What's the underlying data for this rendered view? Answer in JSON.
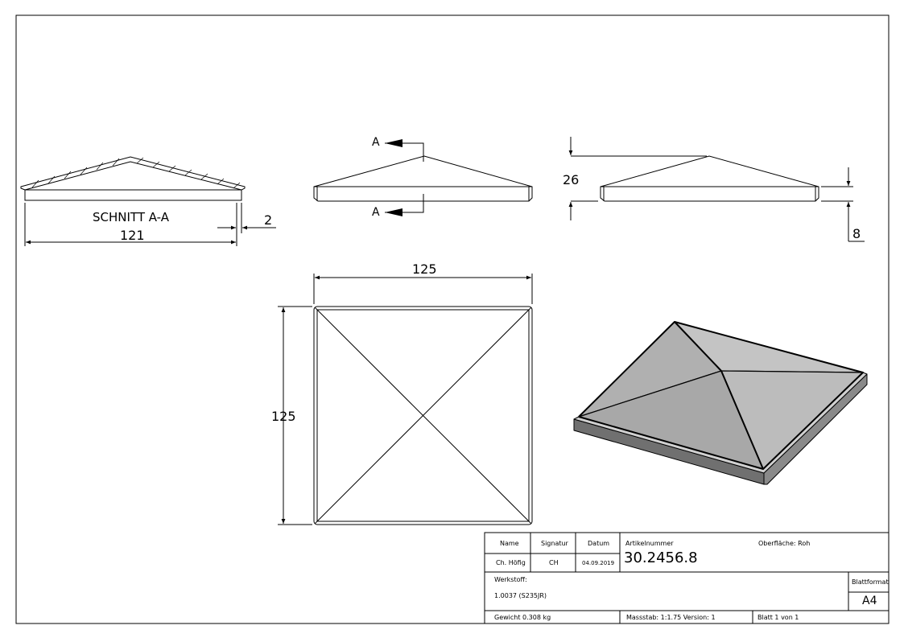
{
  "views": {
    "section_title": "SCHNITT A-A",
    "section_marker": "A"
  },
  "dimensions": {
    "section_width": "121",
    "wall_thickness": "2",
    "front_height": "26",
    "rim_height": "8",
    "top_width": "125",
    "top_height": "125"
  },
  "title_block": {
    "header_name": "Name",
    "header_signatur": "Signatur",
    "header_datum": "Datum",
    "name": "Ch. Höfig",
    "signatur": "CH",
    "datum": "04.09.2019",
    "artikel_label": "Artikelnummer",
    "artikel_number": "30.2456.8",
    "oberflaeche": "Oberfläche:  Roh",
    "werkstoff_label": "Werkstoff:",
    "werkstoff_value": "1.0037 (S235JR)",
    "blattformat_label": "Blattformat",
    "blattformat_value": "A4",
    "gewicht": "Gewicht 0.308 kg",
    "massstab": "Massstab: 1:1.75   Version: 1",
    "blatt": "Blatt 1 von 1"
  },
  "colors": {
    "line": "#000000",
    "face_light": "#c8c8c8",
    "face_mid": "#b4b4b4",
    "face_dark": "#a0a0a0",
    "rim_side": "#707070"
  }
}
